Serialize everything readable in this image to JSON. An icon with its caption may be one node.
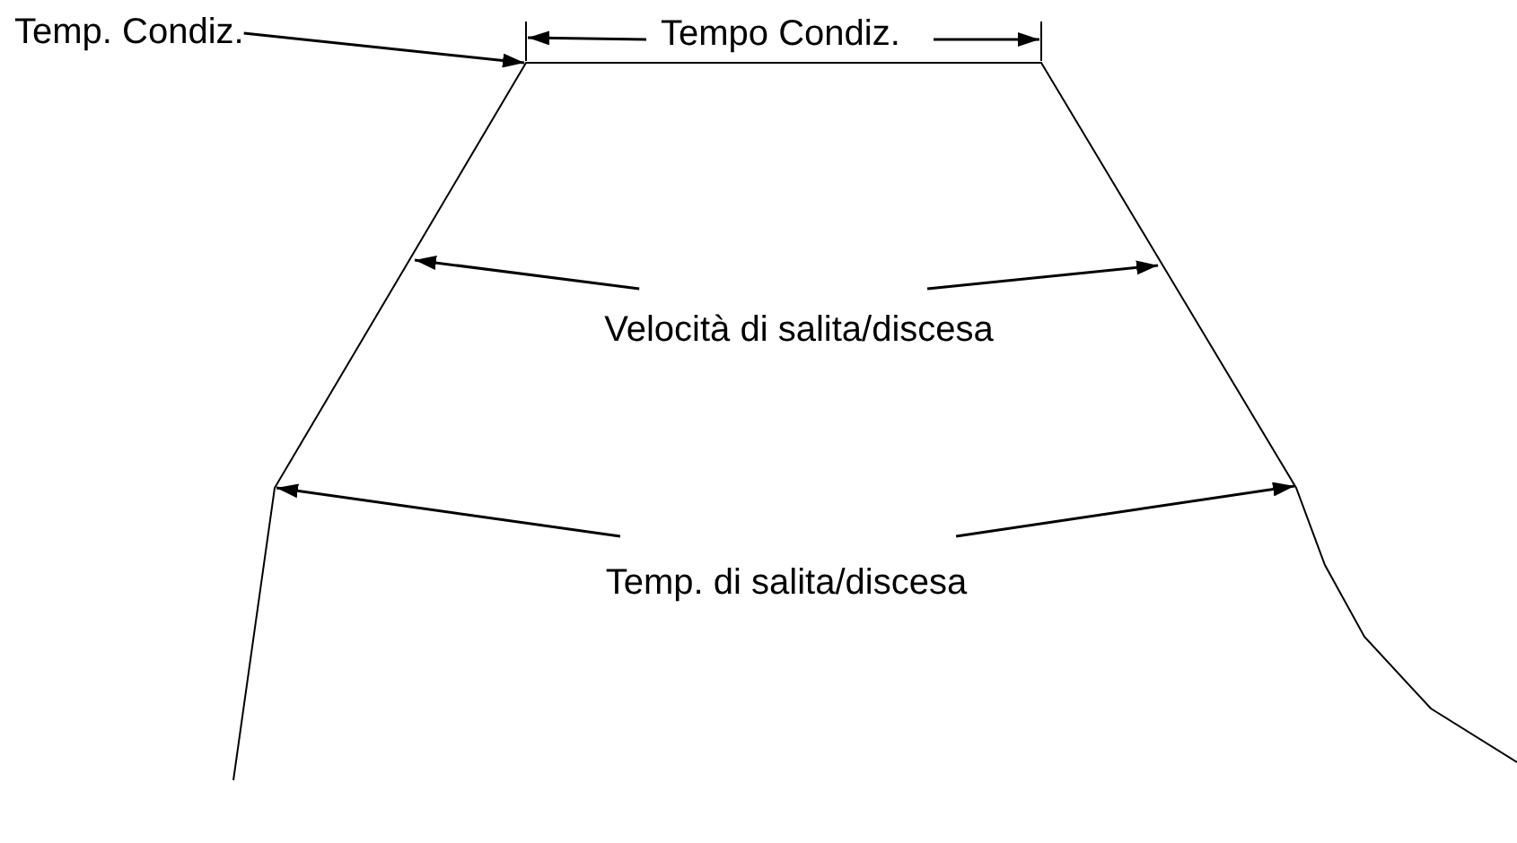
{
  "diagram": {
    "nodes": [
      {
        "text": [
          "Temp. Condiz."
        ]
      },
      {
        "text": [
          "Velocità di salita/discesa"
        ]
      },
      {
        "text": [
          "Temp. di salita/discesa"
        ]
      }
    ],
    "edges": [
      {
        "from": 0,
        "to": null,
        "arrow": "to"
      },
      {
        "from": 1,
        "to": null,
        "arrow": "to"
      },
      {
        "from": 1,
        "to": null,
        "arrow": "to"
      },
      {
        "from": 2,
        "to": null,
        "arrow": "to"
      },
      {
        "from": 2,
        "to": null,
        "arrow": "to"
      }
    ],
    "labels": [
      "Tempo Condiz."
    ]
  }
}
